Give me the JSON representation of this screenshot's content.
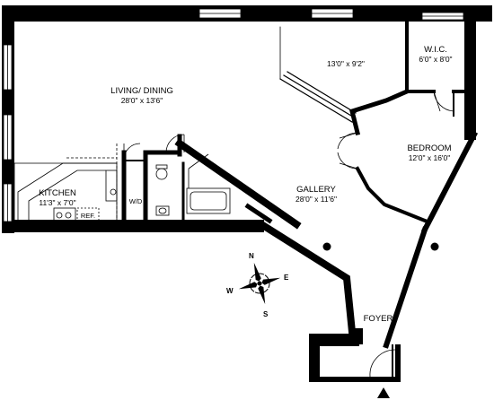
{
  "rooms": {
    "living": {
      "name": "LIVING/ DINING",
      "dim": "28'0\" x 13'6\""
    },
    "second": {
      "name": "",
      "dim": "13'0\" x 9'2\""
    },
    "wic": {
      "name": "W.I.C.",
      "dim": "6'0\" x 8'0\""
    },
    "bedroom": {
      "name": "BEDROOM",
      "dim": "12'0\" x 16'0\""
    },
    "gallery": {
      "name": "GALLERY",
      "dim": "28'0\" x 11'6\""
    },
    "kitchen": {
      "name": "KITCHEN",
      "dim": "11'3\" x 7'0\""
    },
    "foyer": {
      "name": "FOYER"
    }
  },
  "fixtures": {
    "ref": "REF.",
    "wd": "W/D"
  },
  "compass": {
    "n": "N",
    "e": "E",
    "s": "S",
    "w": "W"
  },
  "colors": {
    "wall": "#000000",
    "window": "#ffffff",
    "background": "#ffffff"
  }
}
